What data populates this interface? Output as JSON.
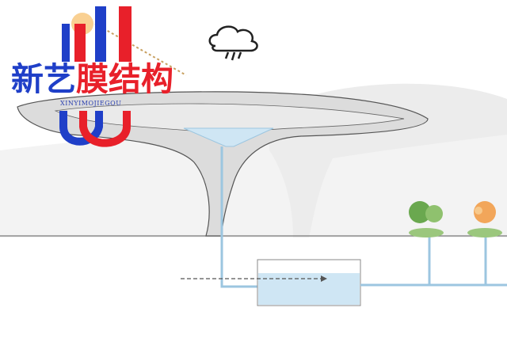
{
  "logo": {
    "text_blue": "新艺",
    "text_red": "膜结构",
    "subtitle": "XINYIMOJIEGOU"
  },
  "colors": {
    "blue": "#1f3fc8",
    "red": "#e8202a",
    "water": "#cfe6f4",
    "pipe": "#9cc6e0"
  }
}
